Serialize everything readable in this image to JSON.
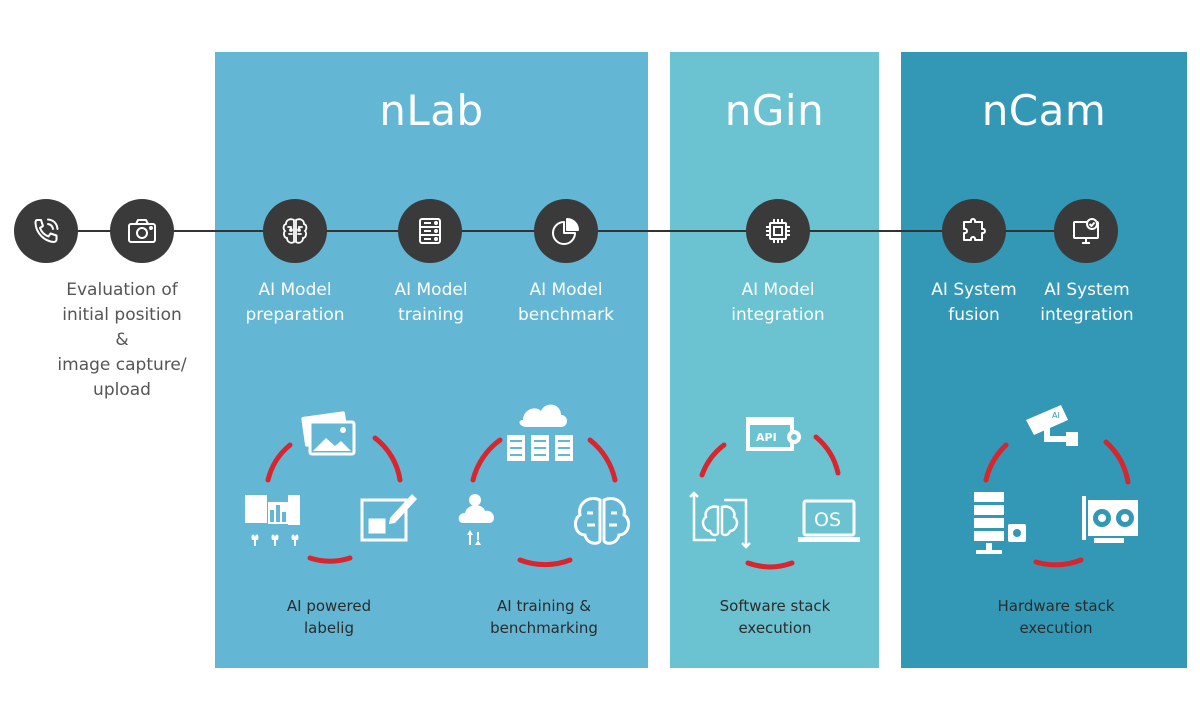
{
  "panels": [
    {
      "title": "nLab",
      "color": "#64b7d4"
    },
    {
      "title": "nGin",
      "color": "#6bc3d2"
    },
    {
      "title": "nCam",
      "color": "#3298b6"
    }
  ],
  "steps": [
    {
      "icon": "phone-call-icon",
      "lines": [
        "Evaluation of",
        "initial position",
        "&",
        "image capture/",
        "upload"
      ]
    },
    {
      "icon": "camera-icon",
      "lines": []
    },
    {
      "icon": "brain-icon",
      "lines": [
        "AI Model",
        "preparation"
      ]
    },
    {
      "icon": "server-icon",
      "lines": [
        "AI Model",
        "training"
      ]
    },
    {
      "icon": "pie-chart-icon",
      "lines": [
        "AI Model",
        "benchmark"
      ]
    },
    {
      "icon": "chip-icon",
      "lines": [
        "AI Model",
        "integration"
      ]
    },
    {
      "icon": "puzzle-icon",
      "lines": [
        "AI System",
        "fusion"
      ]
    },
    {
      "icon": "monitor-check-icon",
      "lines": [
        "AI System",
        "integration"
      ]
    }
  ],
  "cycles": [
    {
      "lines": [
        "AI powered",
        "labelig"
      ],
      "icons": [
        "images-icon",
        "sensor-chart-icon",
        "edit-image-icon"
      ]
    },
    {
      "lines": [
        "AI training &",
        "benchmarking"
      ],
      "icons": [
        "cloud-servers-icon",
        "cloud-upload-icon",
        "brain-icon"
      ]
    },
    {
      "lines": [
        "Software stack",
        "execution"
      ],
      "icons": [
        "api-window-icon",
        "brain-cycle-icon",
        "laptop-os-icon"
      ],
      "os_text": "OS",
      "api_text": "API"
    },
    {
      "lines": [
        "Hardware stack",
        "execution"
      ],
      "icons": [
        "security-camera-icon",
        "server-rack-icon",
        "gpu-card-icon"
      ],
      "cam_text": "AI"
    }
  ],
  "colors": {
    "arc": "#d7262e",
    "node": "#3a3a3a",
    "line": "#333333",
    "icon": "#ffffff"
  }
}
